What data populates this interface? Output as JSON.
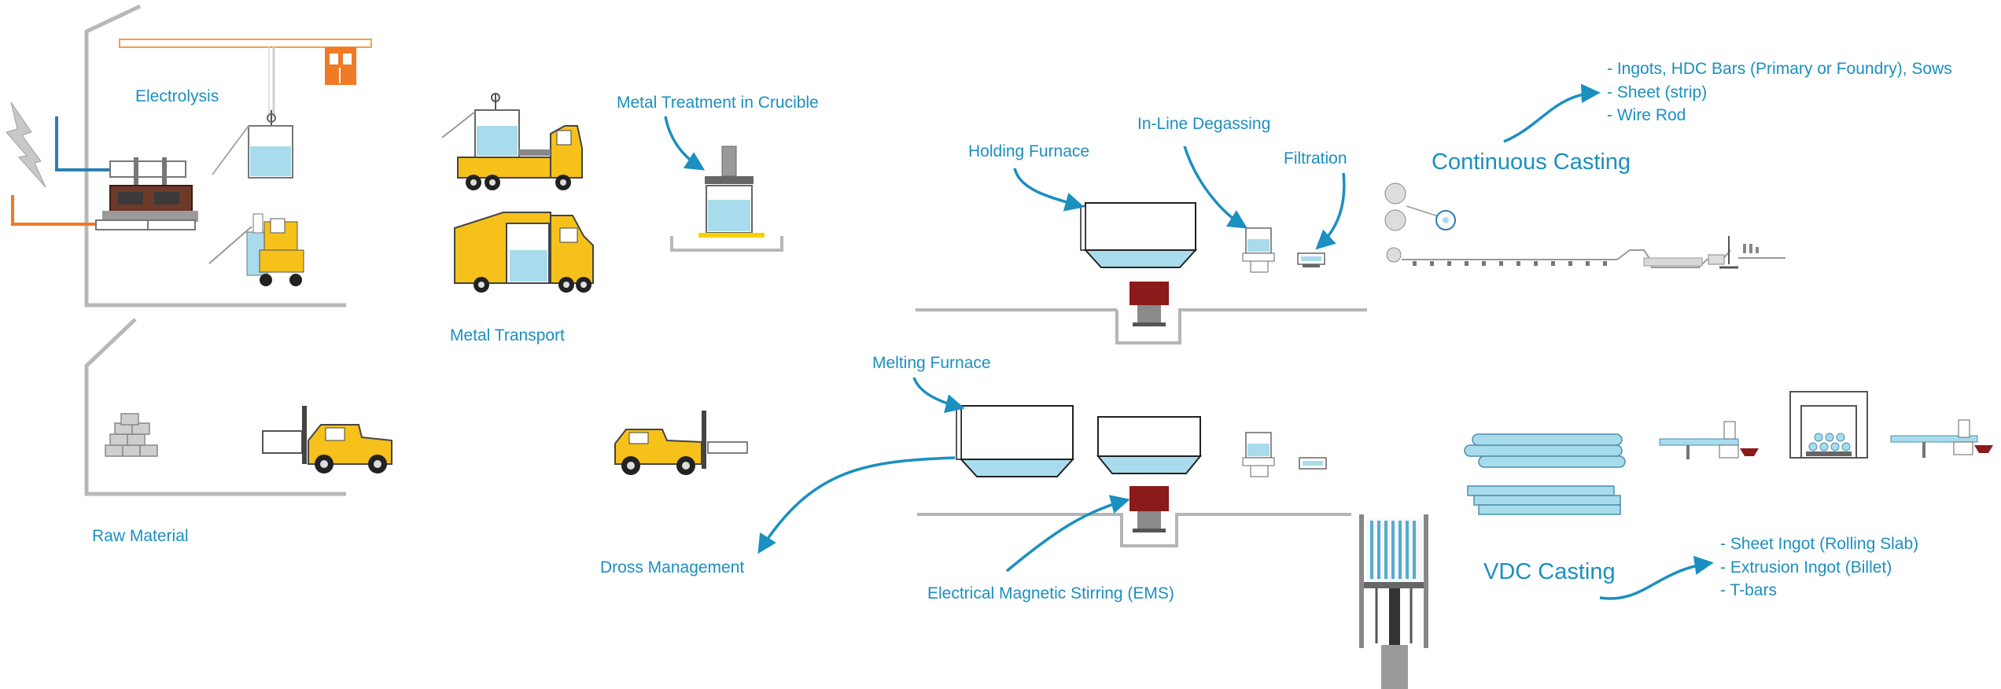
{
  "labels": {
    "electrolysis": "Electrolysis",
    "raw_material": "Raw Material",
    "metal_transport": "Metal Transport",
    "metal_treatment": "Metal Treatment in Crucible",
    "holding_furnace": "Holding Furnace",
    "inline_degassing": "In-Line Degassing",
    "filtration": "Filtration",
    "continuous_casting": "Continuous Casting",
    "melting_furnace": "Melting Furnace",
    "dross_management": "Dross Management",
    "ems": "Electrical Magnetic Stirring (EMS)",
    "vdc_casting": "VDC Casting"
  },
  "continuous_products": [
    "- Ingots, HDC Bars (Primary or Foundry), Sows",
    "- Sheet (strip)",
    "- Wire Rod"
  ],
  "vdc_products": [
    "- Sheet Ingot (Rolling Slab)",
    "- Extrusion Ingot (Billet)",
    "- T-bars"
  ],
  "colors": {
    "label": "#1b8fc0",
    "arrow": "#1b8fc0",
    "metal": "#a8dcec",
    "vehicle": "#f6c11a",
    "orange": "#f07a26",
    "wall": "#b5b5b5",
    "ems": "#8b1a1a"
  },
  "icons": [
    "lightning-icon",
    "crane-icon",
    "crucible-icon",
    "truck-icon",
    "forklift-icon",
    "furnace-icon",
    "degasser-icon",
    "filter-icon",
    "caster-icon",
    "ingot-icon"
  ]
}
